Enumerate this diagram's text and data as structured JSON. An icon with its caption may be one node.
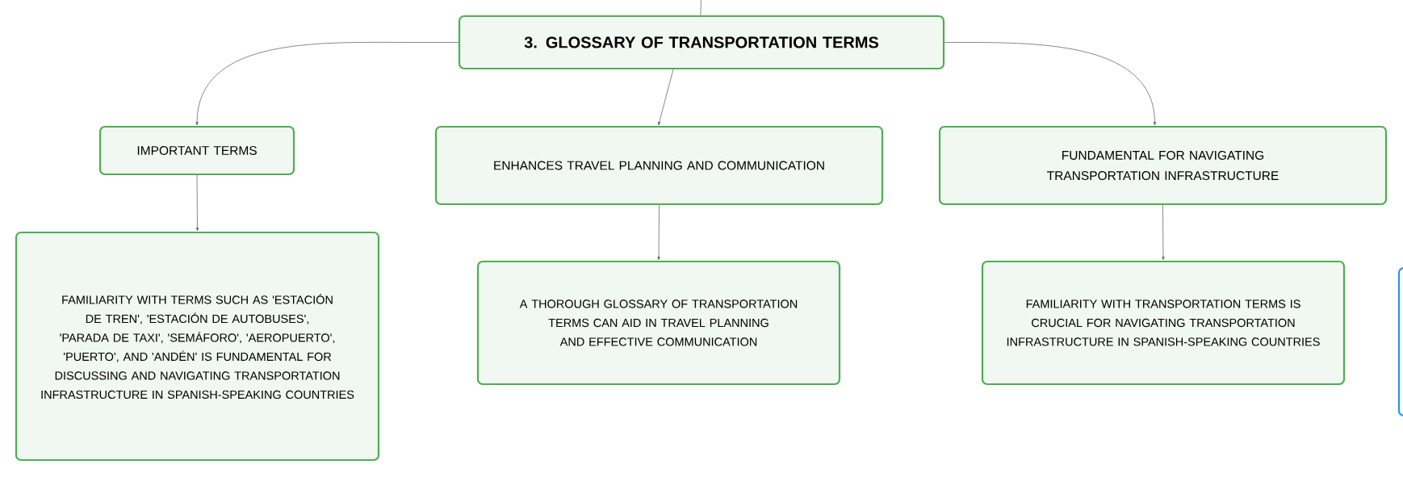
{
  "diagram": {
    "nodes": [
      {
        "text": [
          "3. GLOSSARY OF TRANSPORTATION TERMS"
        ]
      },
      {
        "text": [
          "IMPORTANT TERMS"
        ]
      },
      {
        "text": [
          "ENHANCES TRAVEL PLANNING AND COMMUNICATION"
        ]
      },
      {
        "text": [
          "FUNDAMENTAL FOR NAVIGATING TRANSPORTATION INFRASTRUCTURE"
        ]
      },
      {
        "text": [
          "FAMILIARITY WITH TERMS SUCH AS 'ESTACIÓN DE TREN', 'ESTACIÓN DE AUTOBUSES', 'PARADA DE TAXI', 'SEMÁFORO', 'AEROPUERTO', 'PUERTO', AND 'ANDÉN' IS FUNDAMENTAL FOR DISCUSSING AND NAVIGATING TRANSPORTATION INFRASTRUCTURE IN SPANISH-SPEAKING COUNTRIES"
        ]
      },
      {
        "text": [
          "A THOROUGH GLOSSARY OF TRANSPORTATION TERMS CAN AID IN TRAVEL PLANNING AND EFFECTIVE COMMUNICATION"
        ]
      },
      {
        "text": [
          "FAMILIARITY WITH TRANSPORTATION TERMS IS CRUCIAL FOR NAVIGATING TRANSPORTATION INFRASTRUCTURE IN SPANISH-SPEAKING COUNTRIES"
        ]
      },
      {
        "text": [],
        "shape": "box"
      }
    ],
    "edges": [
      {
        "from": null,
        "to": 0,
        "arrow": "none"
      },
      {
        "from": 0,
        "to": 1,
        "arrow": "to"
      },
      {
        "from": 0,
        "to": 2,
        "arrow": "to"
      },
      {
        "from": 0,
        "to": 3,
        "arrow": "to"
      },
      {
        "from": 1,
        "to": 4,
        "arrow": "to"
      },
      {
        "from": 2,
        "to": 5,
        "arrow": "to"
      },
      {
        "from": 3,
        "to": 6,
        "arrow": "to"
      }
    ]
  }
}
